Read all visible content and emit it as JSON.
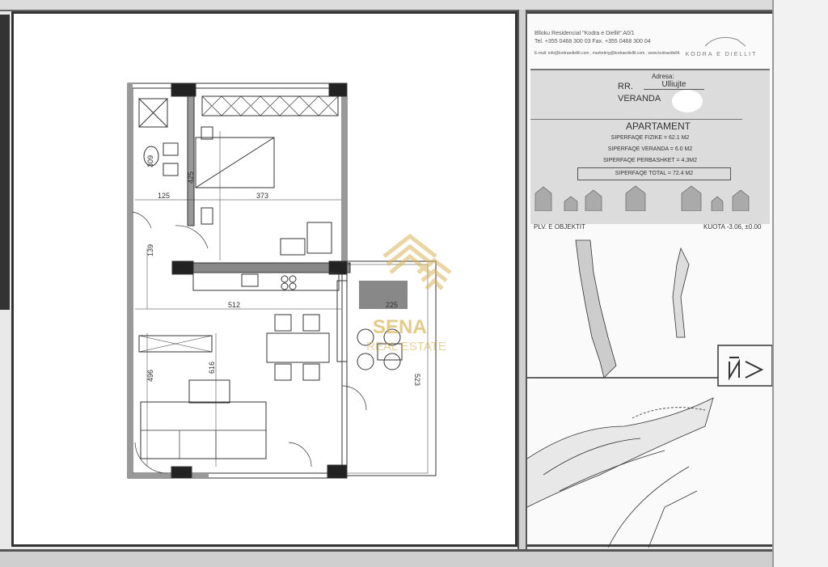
{
  "header": {
    "company_line": "Blloku Residencial \"Kodra e Diellit\" A0/1",
    "phone_line": "Tel. +355 0468 300 03   Fax. +355 0468 300 04",
    "email_line": "E-mail: info@kodraediellit.com , marketing@kodraediellit.com , www.kodraediellit.com",
    "logo_text": "KODRA E DIELLIT"
  },
  "address": {
    "label": "Adresa:",
    "street_prefix": "RR.",
    "street": "Ulliujte",
    "unit": "VERANDA"
  },
  "apartment": {
    "title": "APARTAMENT",
    "lines": [
      "SIPERFAQE  FIZIKE = 62.1 M2",
      "SIPERFAQE  VERANDA = 6.0 M2",
      "SIPERFAQE  PERBASHKET = 4.3M2"
    ],
    "total": "SIPERFAQE  TOTAL  = 72.4 M2"
  },
  "site": {
    "plan_label": "PLV. E OBJEKTIT",
    "level_label": "KUOTA -3.06, ±0.00"
  },
  "floorplan": {
    "dimensions": [
      "125",
      "425",
      "373",
      "309",
      "139",
      "512",
      "225",
      "496",
      "616",
      "523"
    ]
  },
  "watermark": {
    "name": "SENA",
    "sub": "REAL ESTATE",
    "color": "#d9b45a"
  }
}
